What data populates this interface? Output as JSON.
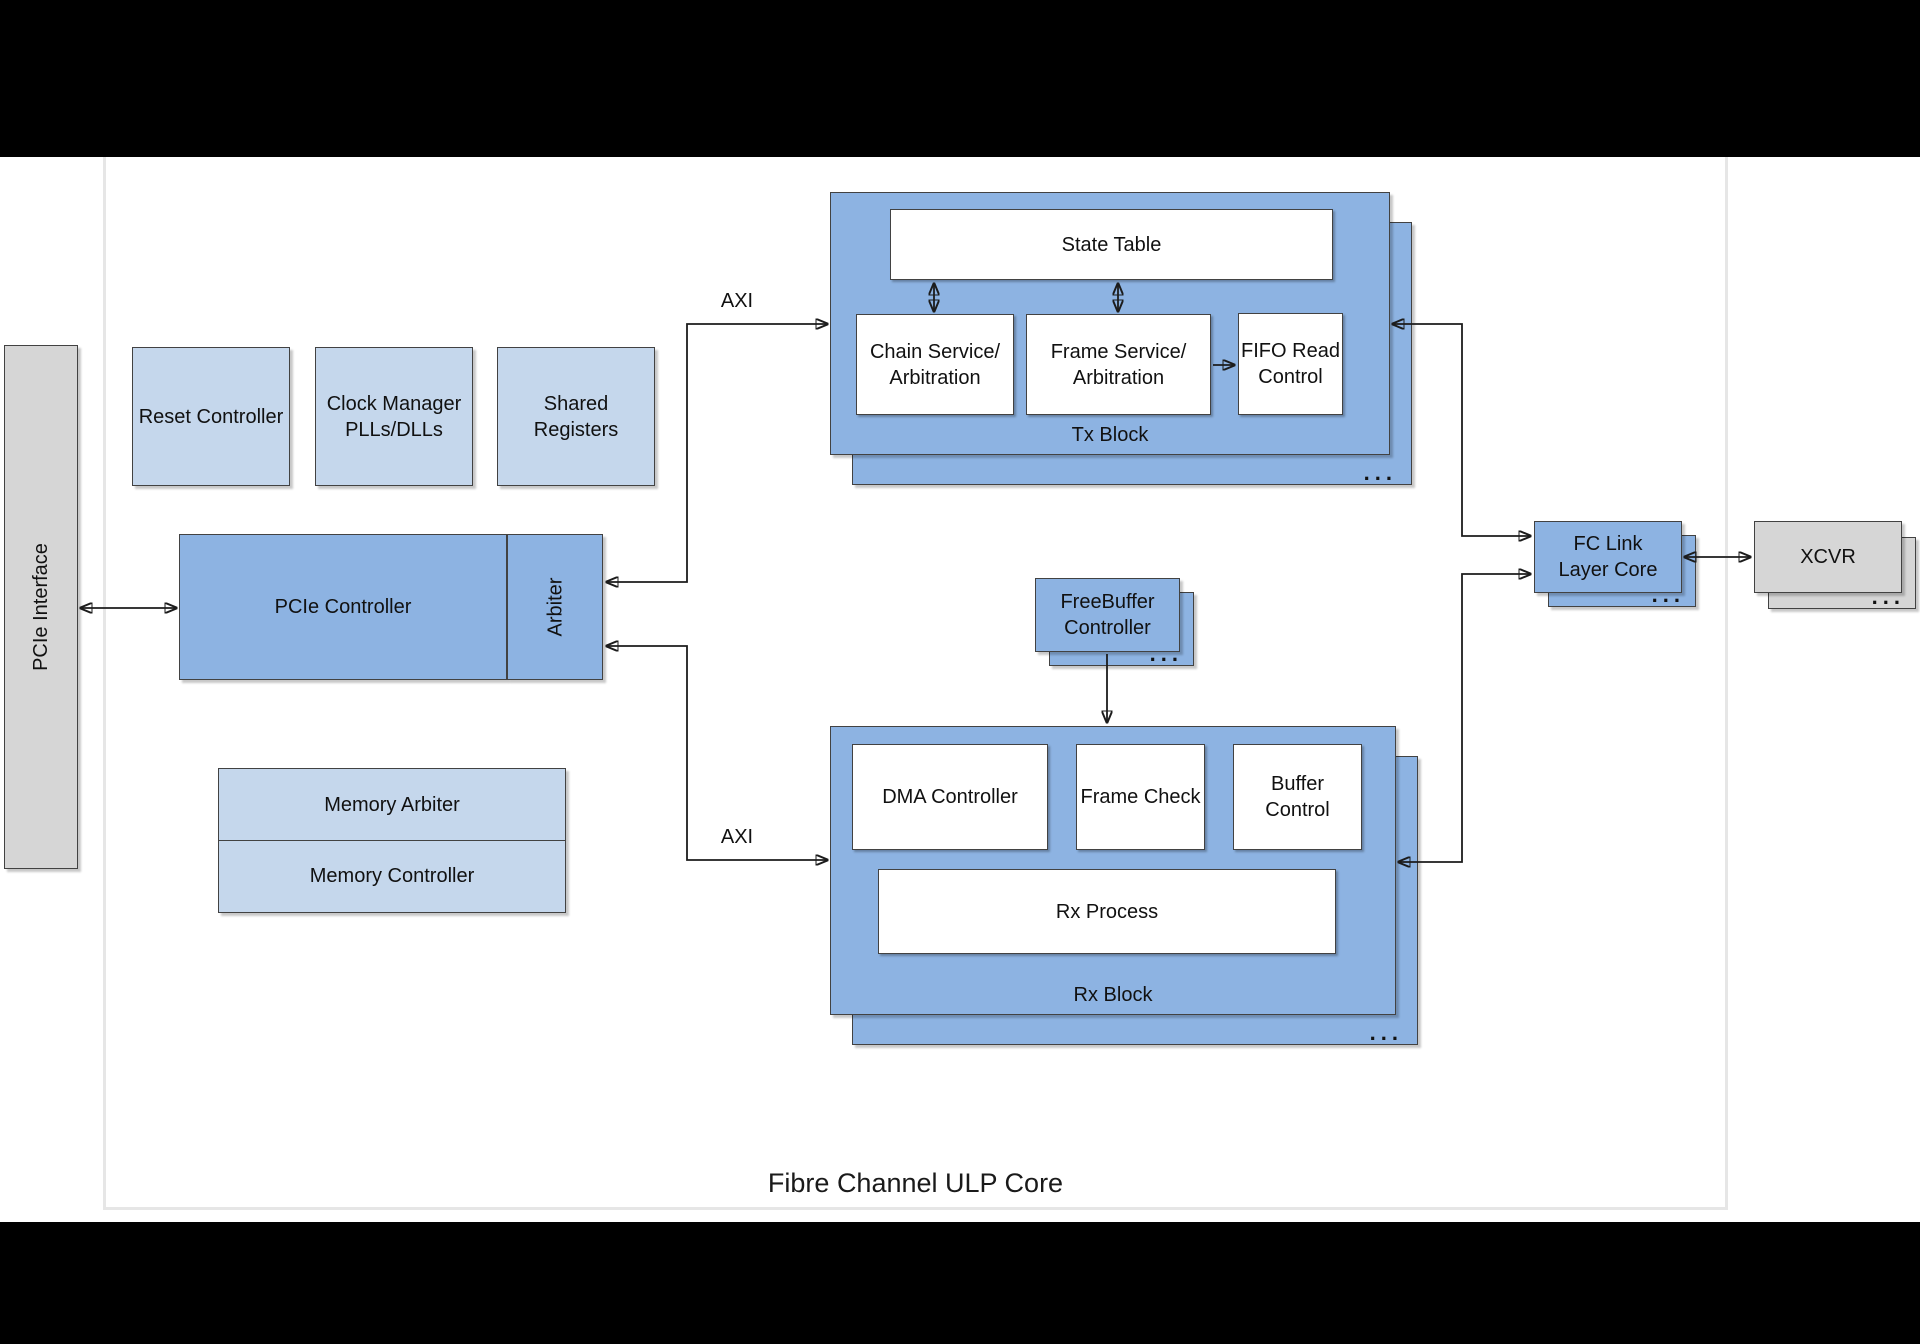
{
  "title": "Fibre Channel ULP Core",
  "labels": {
    "axi_top": "AXI",
    "axi_bottom": "AXI",
    "tx_block": "Tx Block",
    "rx_block": "Rx Block",
    "ellipsis": "..."
  },
  "blocks": {
    "pcie_interface": "PCIe Interface",
    "reset_controller": "Reset Controller",
    "clock_manager": "Clock Manager\nPLLs/DLLs",
    "shared_registers": "Shared\nRegisters",
    "pcie_controller": "PCIe Controller",
    "arbiter": "Arbiter",
    "memory_arbiter": "Memory Arbiter",
    "memory_controller": "Memory Controller",
    "state_table": "State Table",
    "chain_service": "Chain Service/\nArbitration",
    "frame_service": "Frame Service/\nArbitration",
    "fifo_read_control": "FIFO Read\nControl",
    "freebuffer_controller": "FreeBuffer\nController",
    "dma_controller": "DMA Controller",
    "frame_check": "Frame Check",
    "buffer_control": "Buffer\nControl",
    "rx_process": "Rx Process",
    "fc_link_layer_core": "FC Link\nLayer Core",
    "xcvr": "XCVR"
  },
  "colors": {
    "light_blue": "#c5d7ec",
    "medium_blue": "#8db3e2",
    "gray_fill": "#d6d6d6",
    "block_border": "#424242",
    "wire": "#1c1c1c",
    "canvas_border": "#e6e6e6",
    "letterbox": "#000000"
  }
}
